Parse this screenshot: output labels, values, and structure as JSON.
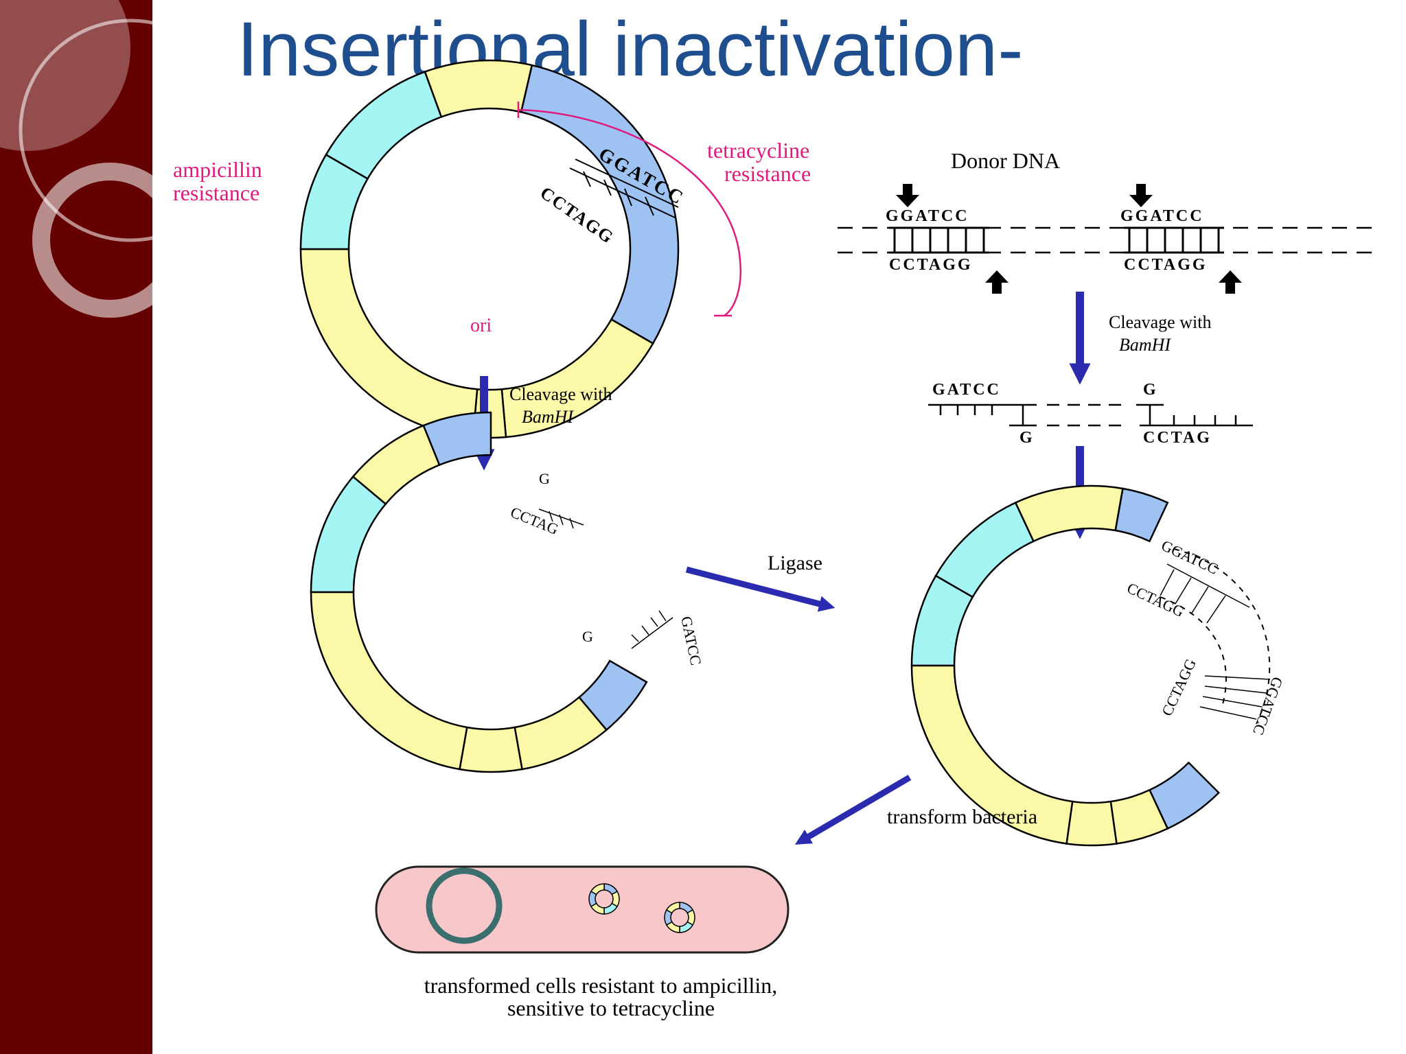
{
  "slide": {
    "title": "Insertional inactivation-"
  },
  "colors": {
    "sidebar": "#650000",
    "title": "#1f4e8f",
    "label_magenta": "#e0197d",
    "arrow_blue": "#2b2bb0",
    "segment_cyan": "#a6f5f5",
    "segment_yellow": "#fbf9a8",
    "segment_blue": "#9ec3f3",
    "cell_fill": "#f7c7c9"
  },
  "plasmid": {
    "amp_label_1": "ampicillin",
    "amp_label_2": "resistance",
    "tet_label_1": "tetracycline",
    "tet_label_2": "resistance",
    "ori_label": "ori",
    "site_top": "GGATCC",
    "site_bottom": "CCTAGG"
  },
  "donor": {
    "label": "Donor DNA",
    "site_top": "GGATCC",
    "site_bottom": "CCTAGG",
    "sticky_left_top": "GATCC",
    "sticky_left_bottom": "G",
    "sticky_right_top": "G",
    "sticky_right_bottom": "CCTAG"
  },
  "steps": {
    "cleavage_line1": "Cleavage with",
    "cleavage_enzyme": "BamHI",
    "ligase": "Ligase",
    "transform": "transform bacteria"
  },
  "cut_plasmid": {
    "top_end_single": "G",
    "top_end_strand": "CCTAG",
    "lower_end_single": "G",
    "lower_end_strand": "GATCC"
  },
  "recombinant": {
    "top_strand": "GGATCC",
    "top_inner": "CCTAGG",
    "lower_outer": "GGATCC",
    "lower_inner": "CCTAGG"
  },
  "caption": {
    "line1": "transformed cells resistant to ampicillin,",
    "line2": "sensitive to tetracycline"
  }
}
